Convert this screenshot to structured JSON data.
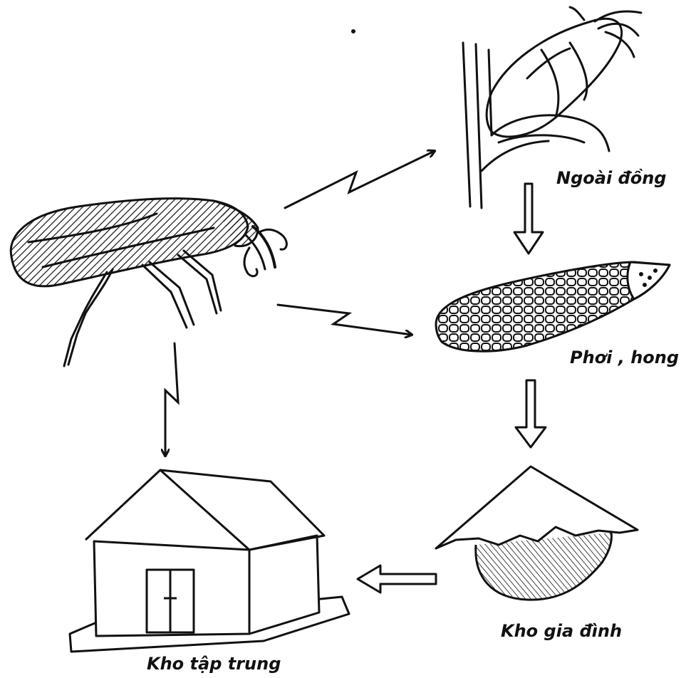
{
  "labels": {
    "field": "Ngoài đồng",
    "drying": "Phơi , hong",
    "family_store": "Kho gia đình",
    "central_store": "Kho tập trung"
  },
  "icons": {
    "pest": "weevil-icon",
    "field": "corn-plant-icon",
    "drying": "corn-cob-icon",
    "family_store": "granary-basket-icon",
    "central_store": "warehouse-icon"
  },
  "colors": {
    "ink": "#111111",
    "paper": "#ffffff"
  }
}
